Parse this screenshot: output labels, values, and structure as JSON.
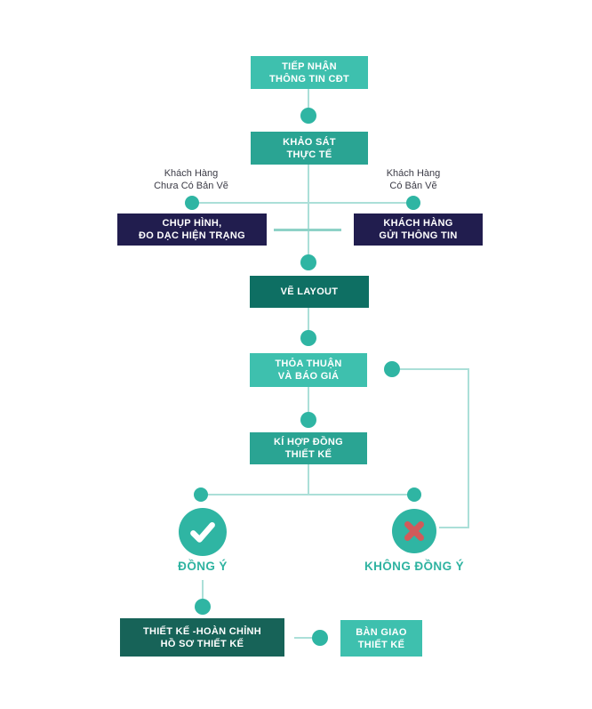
{
  "colors": {
    "teal-light": "#3ec0ae",
    "teal-medium": "#2aa493",
    "teal-dark": "#0e6f63",
    "green-dark": "#176358",
    "navy": "#211d4e",
    "dot": "#2fb5a3",
    "line": "#abdfd8",
    "line-strong": "#8ed2c7",
    "label-dark": "#3b3b46",
    "label-teal": "#2fb3a1",
    "cross-red": "#d15a5a",
    "check-white": "#ffffff"
  },
  "nodes": {
    "receive_info": {
      "line1": "TIẾP NHẬN",
      "line2": "THÔNG TIN CĐT"
    },
    "survey": {
      "line1": "KHẢO SÁT",
      "line2": "THỰC TẾ"
    },
    "photo_measure": {
      "line1": "CHỤP HÌNH,",
      "line2": "ĐO DẠC HIỆN TRẠNG"
    },
    "customer_send": {
      "line1": "KHÁCH HÀNG",
      "line2": "GỬI THÔNG TIN"
    },
    "draw_layout": {
      "line1": "VẼ LAYOUT"
    },
    "agreement": {
      "line1": "THỎA THUẬN",
      "line2": "VÀ BÁO GIÁ"
    },
    "contract": {
      "line1": "KÍ HỢP ĐỒNG",
      "line2": "THIẾT KẾ"
    },
    "design_complete": {
      "line1": "THIẾT KẾ -HOÀN CHỈNH",
      "line2": "HỒ SƠ THIẾT KẾ"
    },
    "handover": {
      "line1": "BÀN GIAO",
      "line2": "THIẾT KẾ"
    }
  },
  "branch_labels": {
    "left": {
      "line1": "Khách Hàng",
      "line2": "Chưa Có Bản Vẽ"
    },
    "right": {
      "line1": "Khách Hàng",
      "line2": "Có Bản Vẽ"
    }
  },
  "decisions": {
    "agree": "ĐỒNG Ý",
    "disagree": "KHÔNG ĐỒNG Ý"
  },
  "icons": {
    "check": "✓",
    "cross": "✕"
  }
}
